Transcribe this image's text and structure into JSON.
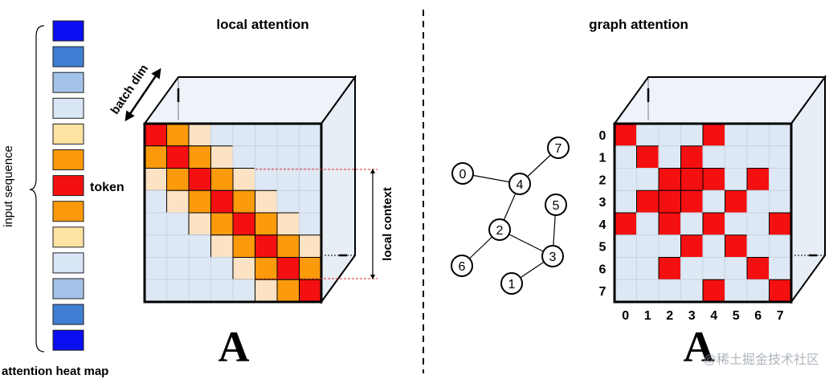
{
  "left": {
    "title": "local attention",
    "input_label": "input sequence",
    "token_label": "token",
    "heatmap_label": "attention heat map",
    "batch_label": "batch dim",
    "context_label": "local context",
    "matrix_symbol": "A",
    "sequence_colors": [
      "#0a0ef0",
      "#3f7ed2",
      "#a4c3e8",
      "#d9e6f6",
      "#ffe3a3",
      "#fb9a0b",
      "#f41010",
      "#fb9a0b",
      "#ffe3a3",
      "#d9e6f6",
      "#a4c3e8",
      "#3f7ed2",
      "#0a0ef0"
    ],
    "band_colors": {
      "0": "#f41010",
      "1": "#fb9a0b",
      "2": "#fde2c4"
    }
  },
  "right": {
    "title": "graph attention",
    "matrix_symbol": "A",
    "row_labels": [
      "0",
      "1",
      "2",
      "3",
      "4",
      "5",
      "6",
      "7"
    ],
    "col_labels": [
      "0",
      "1",
      "2",
      "3",
      "4",
      "5",
      "6",
      "7"
    ],
    "nodes": [
      "0",
      "1",
      "2",
      "3",
      "4",
      "5",
      "6",
      "7"
    ],
    "edges": [
      [
        "0",
        "4"
      ],
      [
        "4",
        "7"
      ],
      [
        "4",
        "2"
      ],
      [
        "2",
        "6"
      ],
      [
        "2",
        "3"
      ],
      [
        "3",
        "5"
      ],
      [
        "3",
        "1"
      ]
    ],
    "cells": [
      [
        1,
        0,
        0,
        0,
        1,
        0,
        0,
        0
      ],
      [
        0,
        1,
        0,
        1,
        0,
        0,
        0,
        0
      ],
      [
        0,
        0,
        1,
        1,
        1,
        0,
        1,
        0
      ],
      [
        0,
        1,
        1,
        1,
        0,
        1,
        0,
        0
      ],
      [
        1,
        0,
        1,
        0,
        1,
        0,
        0,
        1
      ],
      [
        0,
        0,
        0,
        1,
        0,
        1,
        0,
        0
      ],
      [
        0,
        0,
        1,
        0,
        0,
        0,
        1,
        0
      ],
      [
        0,
        0,
        0,
        0,
        1,
        0,
        0,
        1
      ]
    ],
    "active_color": "#f41010"
  },
  "watermark": "@稀土掘金技术社区",
  "colors": {
    "empty_cell": "#dde8f4",
    "grid_line": "#c9d4e0",
    "frame": "#000000",
    "box_face": "#eef3f9"
  }
}
